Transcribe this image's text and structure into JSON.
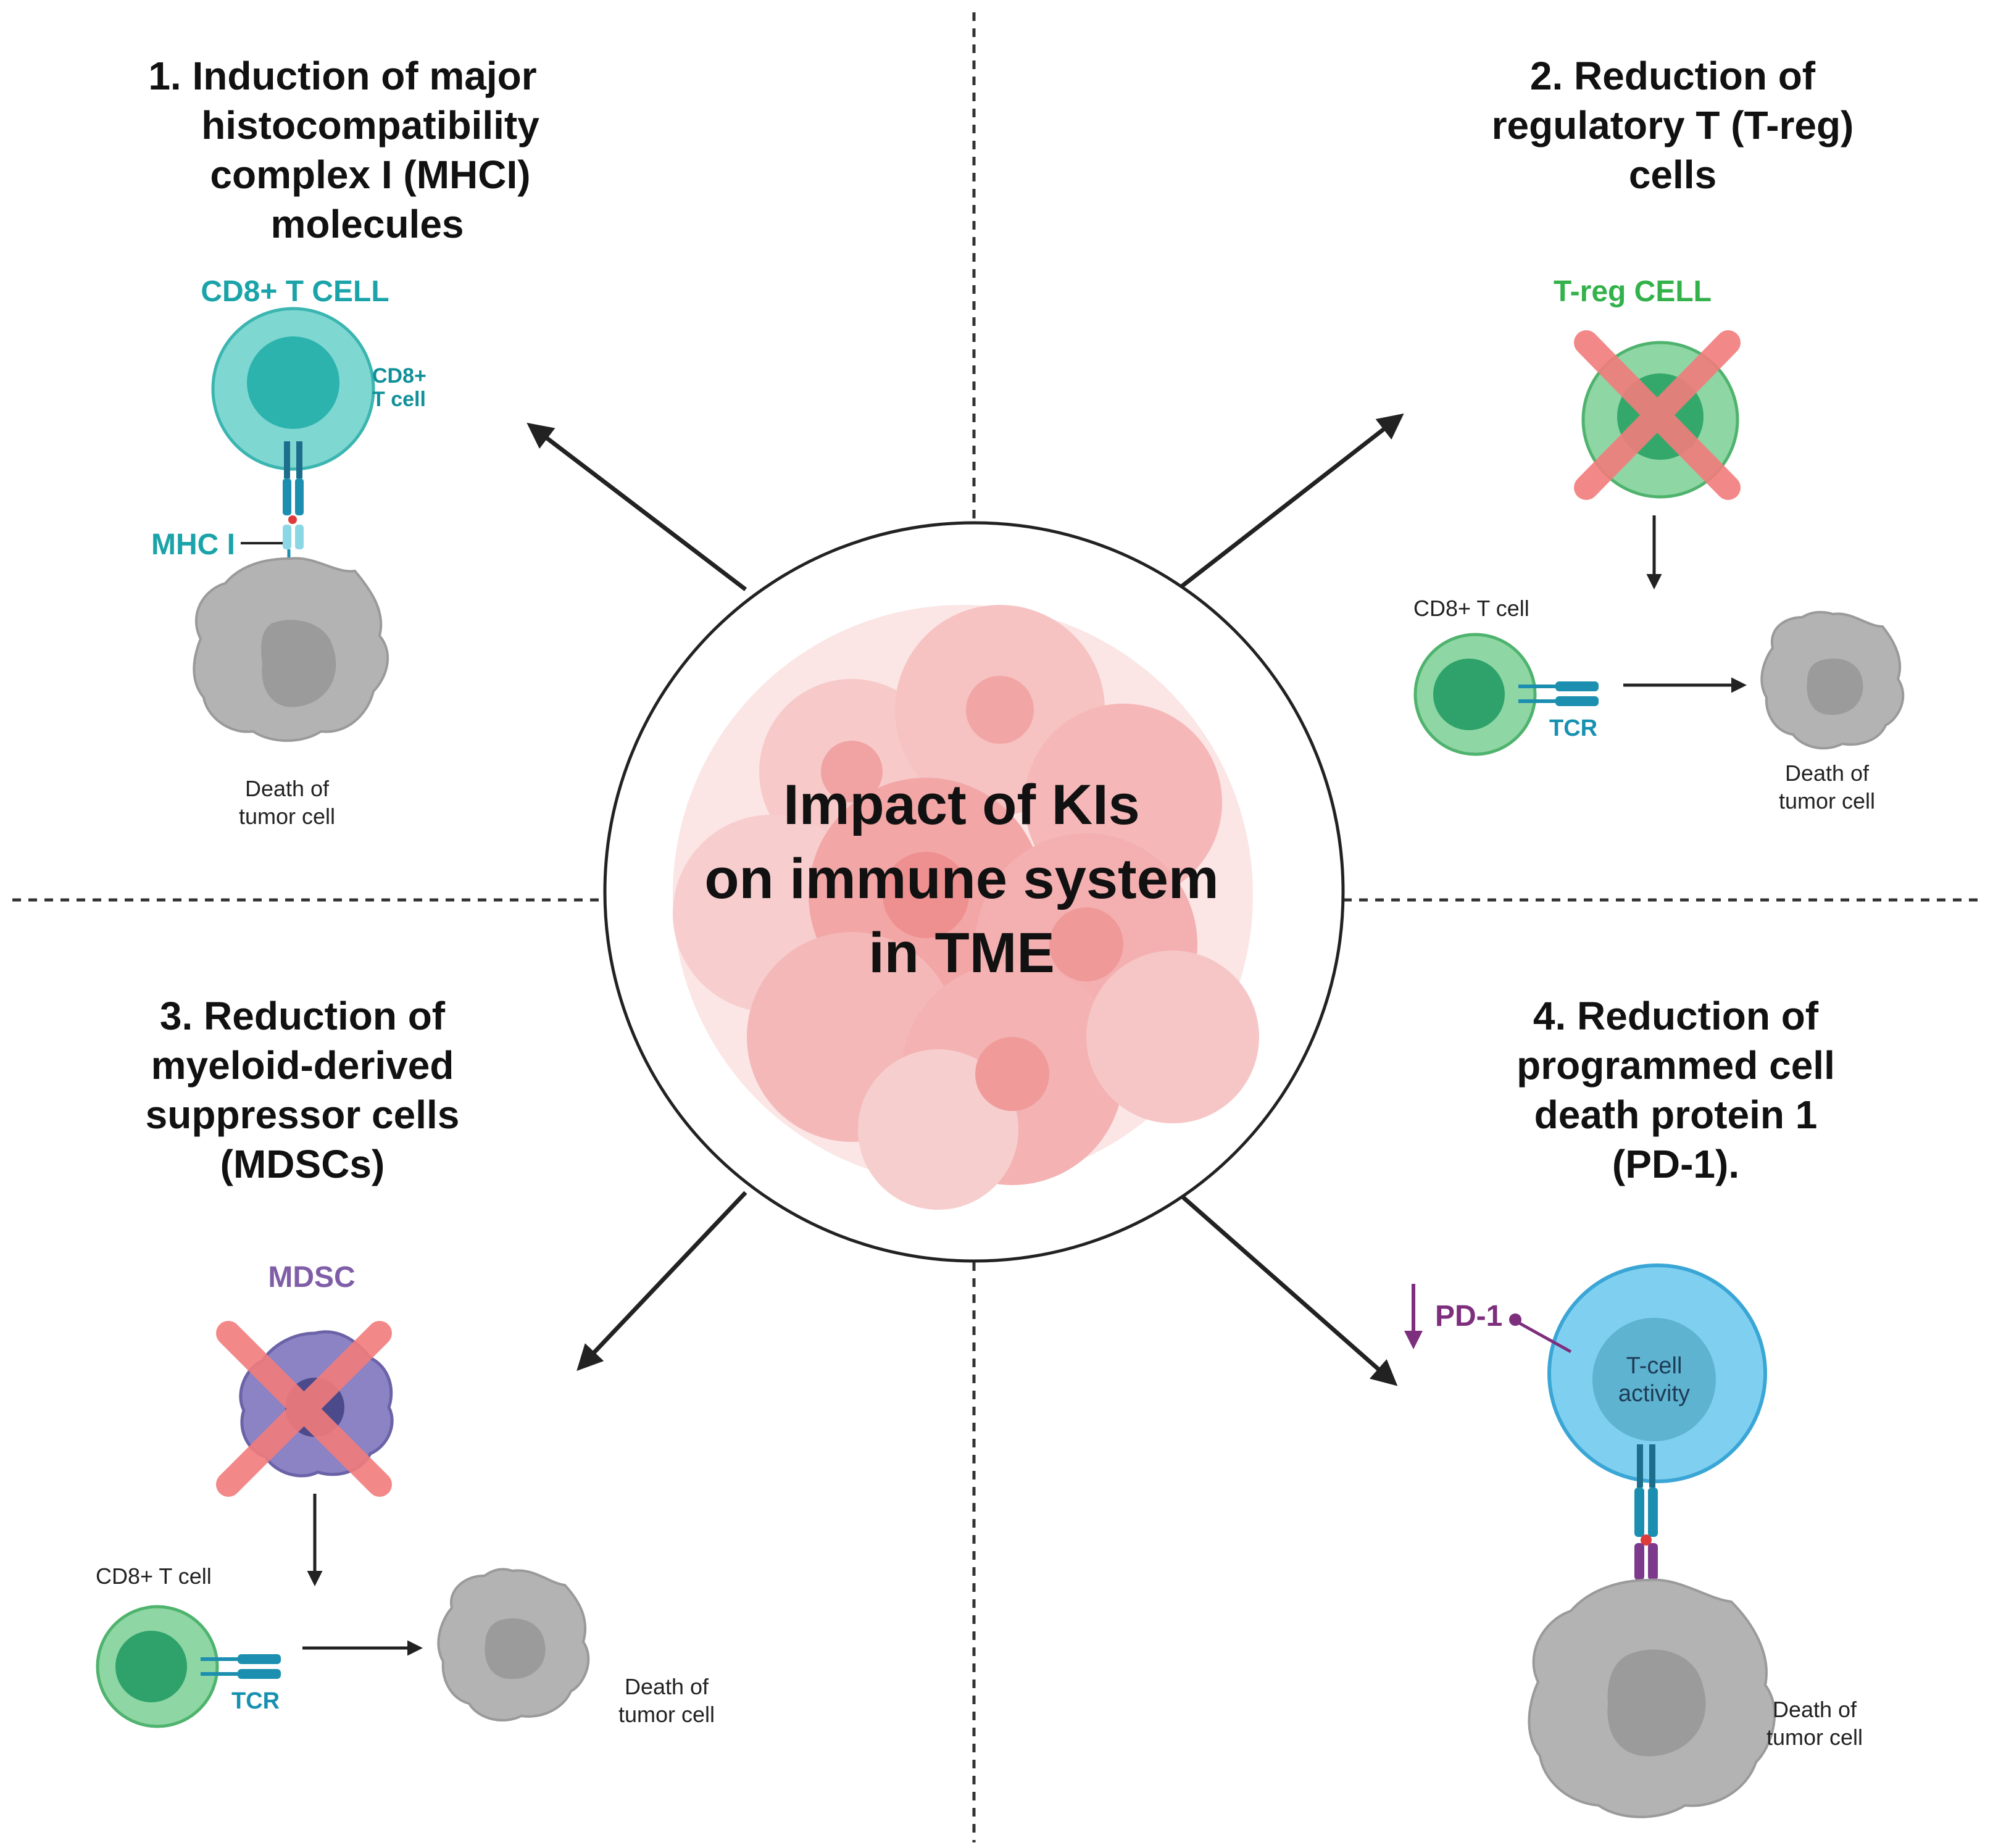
{
  "center": {
    "lines": [
      "Impact of KIs",
      "on immune system",
      "in TME"
    ]
  },
  "q1": {
    "title": [
      "1.  Induction of major",
      "histocompatibility",
      "complex I  (MHCI)",
      "molecules"
    ],
    "cell_label": "CD8+ T CELL",
    "cell_inner": [
      "CD8+",
      "T cell"
    ],
    "mhc_label": "MHC I",
    "death": [
      "Death of",
      "tumor cell"
    ]
  },
  "q2": {
    "title": [
      "2.   Reduction  of",
      "regulatory T (T-reg)",
      "cells"
    ],
    "cell_label": "T-reg CELL",
    "cd8_label": "CD8+ T cell",
    "tcr_label": "TCR",
    "death": [
      "Death of",
      "tumor cell"
    ]
  },
  "q3": {
    "title": [
      "3.  Reduction of",
      "myeloid-derived",
      "suppressor cells",
      "(MDSCs)"
    ],
    "cell_label": "MDSC",
    "cd8_label": "CD8+ T cell",
    "tcr_label": "TCR",
    "death": [
      "Death of",
      "tumor cell"
    ]
  },
  "q4": {
    "title": [
      "4.  Reduction of",
      "programmed cell",
      "death protein 1",
      "(PD-1)."
    ],
    "pd1_label": "PD-1",
    "cell_inner": [
      "T-cell",
      "activity"
    ],
    "death": [
      "Death of",
      "tumor cell"
    ]
  },
  "colors": {
    "cd8_teal": "#57c9c5",
    "treg_green": "#7fcf97",
    "mdsc_purple": "#8c83c4",
    "tcell_blue": "#6cc7ea",
    "tumor_grey": "#a9a9a9",
    "cross_red": "#f27c7c"
  }
}
